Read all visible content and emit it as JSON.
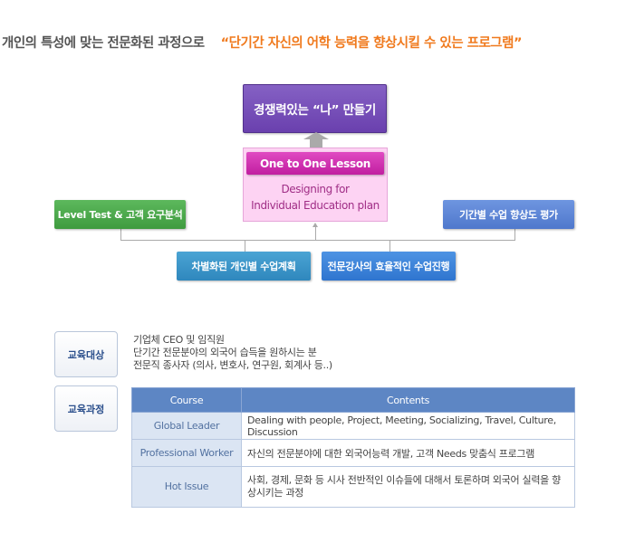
{
  "header": {
    "title": "개인의 특성에 맞는 전문화된 과정으로",
    "highlight": "“단기간 자신의 어학 능력을 향상시킬 수 있는 프로그램”"
  },
  "diagram": {
    "goal": "경쟁력있는 “나” 만들기",
    "center_title": "One to One Lesson",
    "center_line1": "Designing for",
    "center_line2": "Individual Education plan",
    "left": "Level Test & 고객 요구분석",
    "right": "기간별 수업 향상도 평가",
    "bottom_left": "차별화된 개인별 수업계획",
    "bottom_right": "전문강사의 효율적인 수업진행"
  },
  "target": {
    "label": "교육대상",
    "lines": [
      "기업체 CEO 및 임직원",
      "단기간 전문분야의 외국어 습득을 원하시는 분",
      "전문직 종사자 (의사, 변호사, 연구원, 회계사 등..)"
    ]
  },
  "course": {
    "label": "교육과정",
    "columns": [
      "Course",
      "Contents"
    ],
    "rows": [
      {
        "course": "Global Leader",
        "contents": "Dealing with people, Project, Meeting, Socializing, Travel, Culture, Discussion"
      },
      {
        "course": "Professional Worker",
        "contents": "자신의 전문분야에 대한 외국어능력 개발, 고객 Needs 맞춤식 프로그램"
      },
      {
        "course": "Hot Issue",
        "contents": "사회, 경제, 문화 등 시사 전반적인 이슈들에 대해서 토론하며 외국어 실력을 향상시키는 과정"
      }
    ]
  }
}
